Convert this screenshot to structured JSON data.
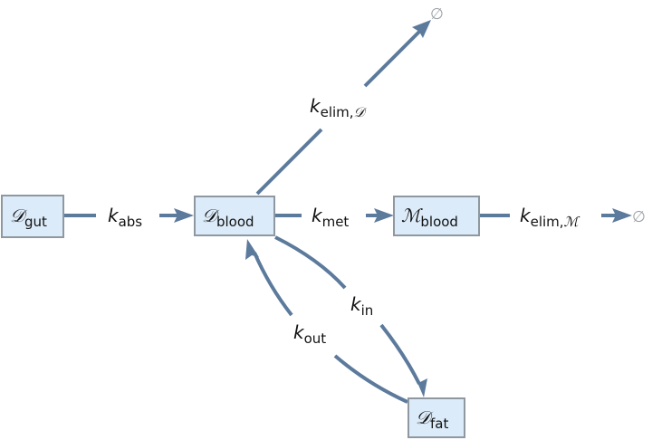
{
  "nodes": {
    "gut": {
      "symbol": "𝒟",
      "sub": "gut"
    },
    "blood": {
      "symbol": "𝒟",
      "sub": "blood"
    },
    "met_blood": {
      "symbol": "ℳ",
      "sub": "blood"
    },
    "fat": {
      "symbol": "𝒟",
      "sub": "fat"
    }
  },
  "edges": {
    "abs": {
      "k": "k",
      "sub": "abs"
    },
    "met": {
      "k": "k",
      "sub": "met"
    },
    "elim_D": {
      "k": "k",
      "sub": "elim,",
      "sub_script": "𝒟"
    },
    "elim_M": {
      "k": "k",
      "sub": "elim,",
      "sub_script": "ℳ"
    },
    "in": {
      "k": "k",
      "sub": "in"
    },
    "out": {
      "k": "k",
      "sub": "out"
    }
  },
  "sinks": {
    "top": "∅",
    "right": "∅"
  },
  "colors": {
    "edge": "#5c7a9c",
    "node_fill": "#dcebf9",
    "node_stroke": "#8f98a0",
    "sink": "#9aa0a6"
  }
}
